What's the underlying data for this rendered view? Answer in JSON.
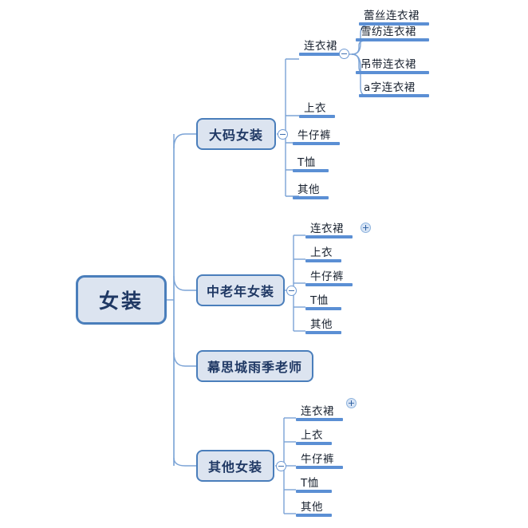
{
  "diagram": {
    "type": "mind-map",
    "title": "女装",
    "colors": {
      "node_fill": "#dce4f0",
      "node_border": "#4a7ebb",
      "node_text": "#1f3864",
      "leaf_bar": "#5b8fd4",
      "leaf_text": "#17202e",
      "connector": "#7ba3d6",
      "background": "#ffffff"
    },
    "root": {
      "label": "女装"
    },
    "branches": [
      {
        "label": "大码女装",
        "toggle": "minus",
        "toggle_name": "collapse-icon",
        "children": [
          {
            "label": "连衣裙",
            "toggle": "minus",
            "toggle_name": "collapse-icon",
            "children": [
              {
                "label": "蕾丝连衣裙"
              },
              {
                "label": "雪纺连衣裙"
              },
              {
                "label": "吊带连衣裙"
              },
              {
                "label": "a字连衣裙"
              }
            ]
          },
          {
            "label": "上衣"
          },
          {
            "label": "牛仔裤"
          },
          {
            "label": "T恤"
          },
          {
            "label": "其他"
          }
        ]
      },
      {
        "label": "中老年女装",
        "toggle": "minus",
        "toggle_name": "collapse-icon",
        "children": [
          {
            "label": "连衣裙",
            "toggle": "plus",
            "toggle_name": "expand-icon"
          },
          {
            "label": "上衣"
          },
          {
            "label": "牛仔裤"
          },
          {
            "label": "T恤"
          },
          {
            "label": "其他"
          }
        ]
      },
      {
        "label": "幕思城雨季老师",
        "children": []
      },
      {
        "label": "其他女装",
        "toggle": "minus",
        "toggle_name": "collapse-icon",
        "children": [
          {
            "label": "连衣裙",
            "toggle": "plus",
            "toggle_name": "expand-icon"
          },
          {
            "label": "上衣"
          },
          {
            "label": "牛仔裤"
          },
          {
            "label": "T恤"
          },
          {
            "label": "其他"
          }
        ]
      }
    ]
  }
}
